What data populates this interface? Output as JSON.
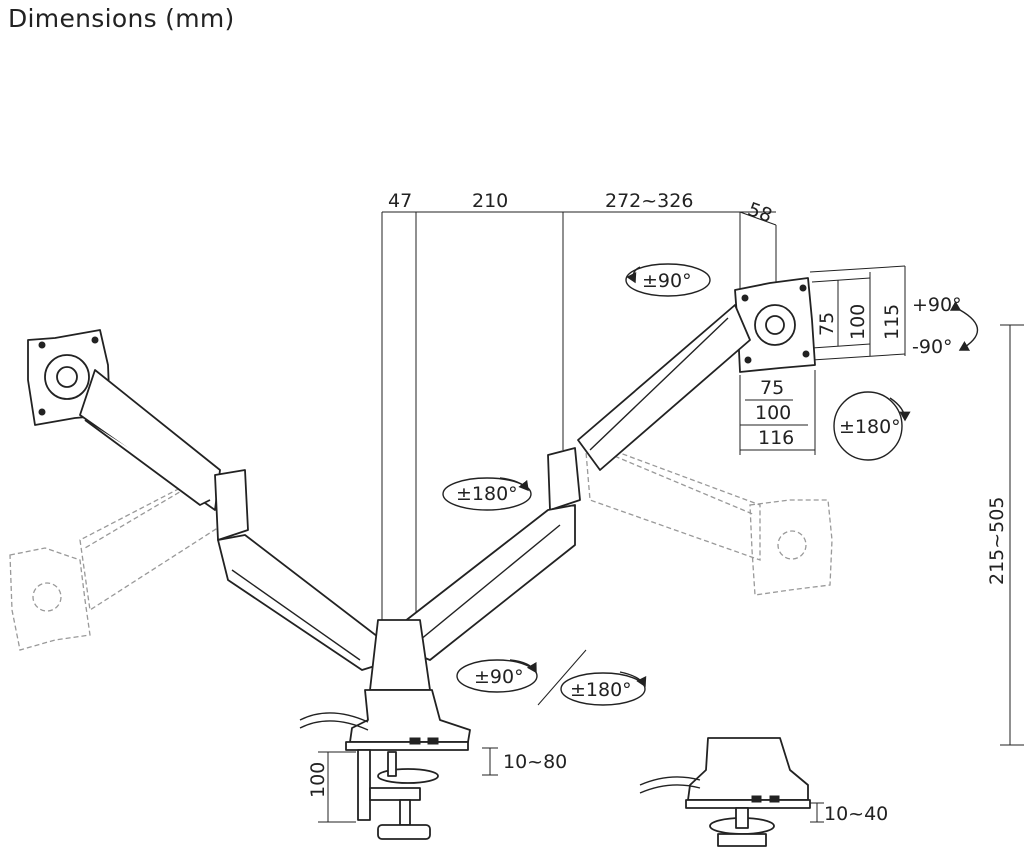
{
  "title": "Dimensions (mm)",
  "dimensions": {
    "d47": "47",
    "d210": "210",
    "d272_326": "272~326",
    "d58": "58",
    "d75_h": "75",
    "d100_h": "100",
    "d116_h": "116",
    "d75_v": "75",
    "d100_v": "100",
    "d115_v": "115",
    "height_range": "215~505",
    "clamp_height": "100",
    "clamp_range": "10~80",
    "grommet_range": "10~40"
  },
  "rotations": {
    "tilt_up": "+90°",
    "tilt_down": "-90°",
    "rot_90_top": "±90°",
    "rot_180_right": "±180°",
    "rot_180_mid": "±180°",
    "rot_90_base": "±90°",
    "rot_180_base": "±180°"
  }
}
